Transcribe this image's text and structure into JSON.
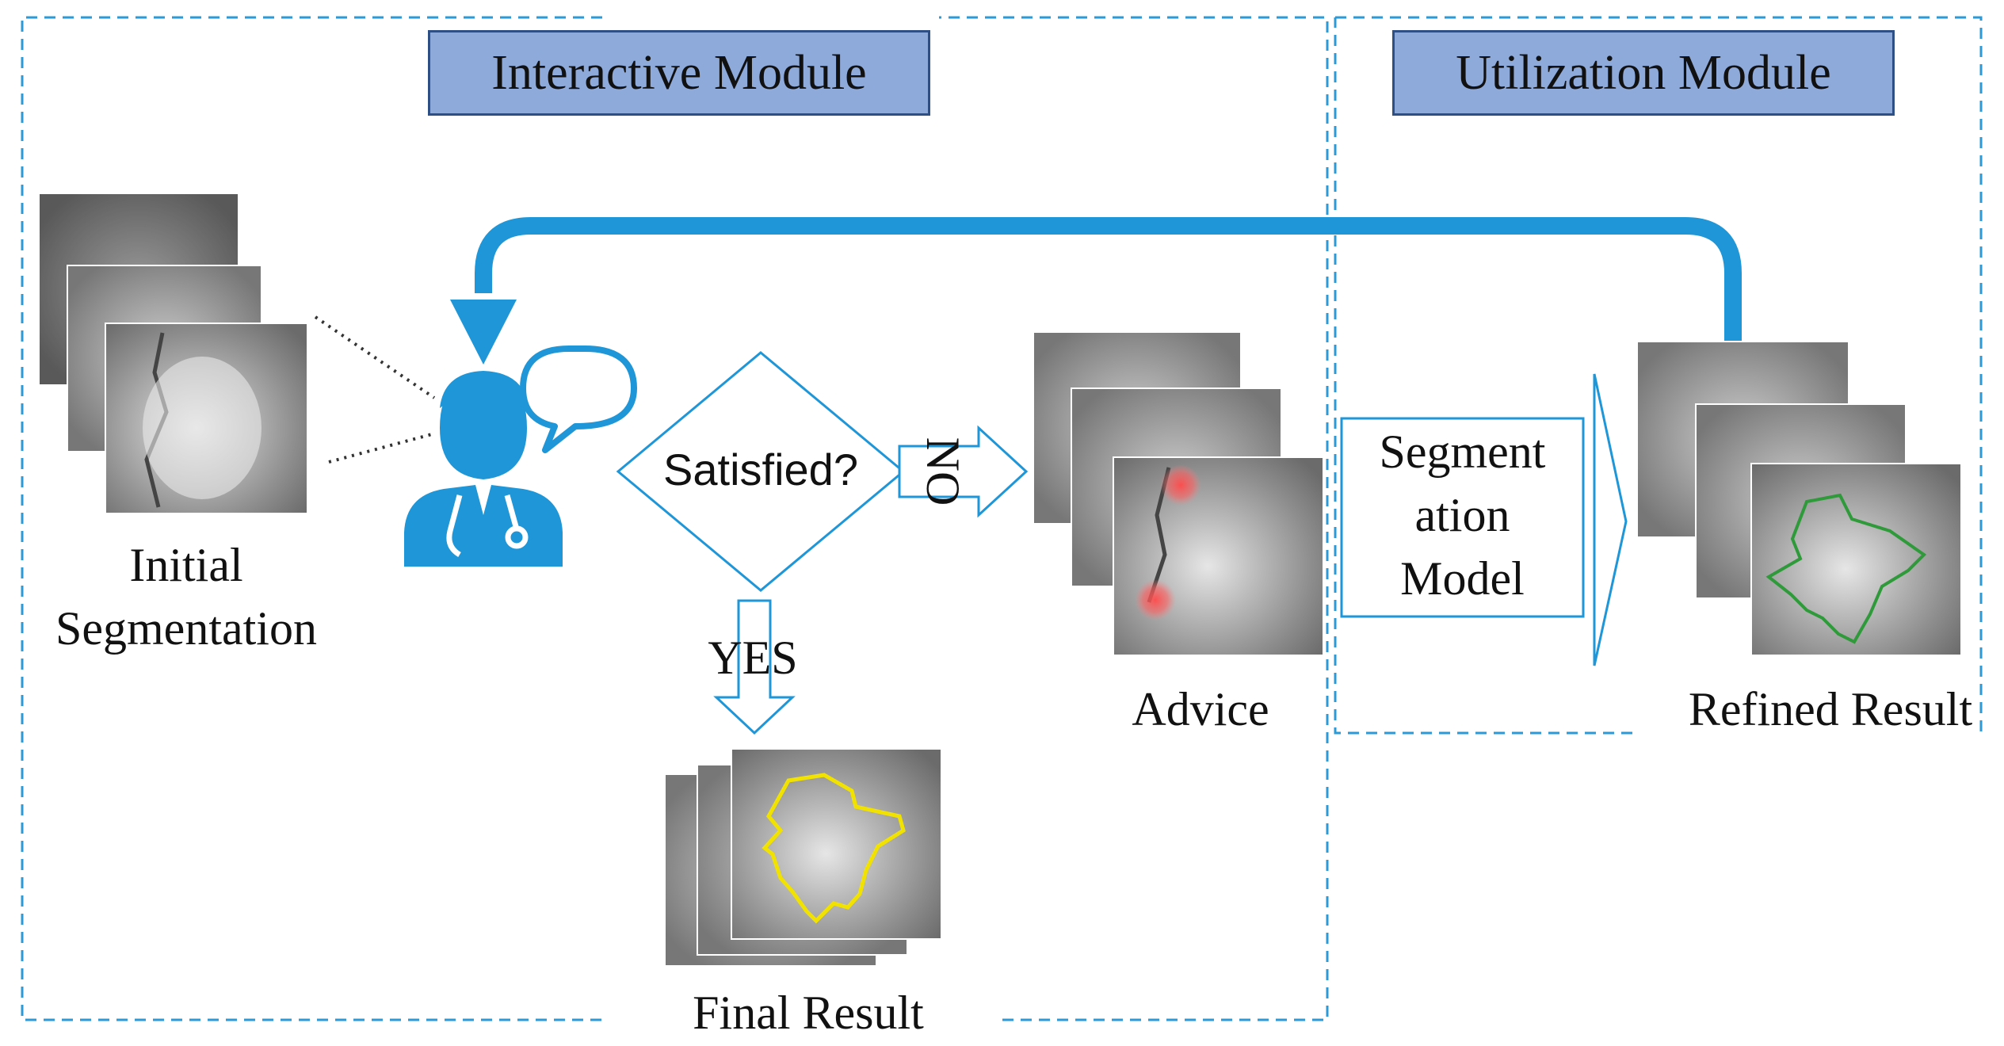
{
  "modules": {
    "interactive": "Interactive Module",
    "utilization": "Utilization Module"
  },
  "stages": {
    "initial": [
      "Initial",
      "Segmentation"
    ],
    "advice": "Advice",
    "final": "Final Result",
    "refined": "Refined Result"
  },
  "decision": {
    "question": "Satisfied?",
    "yes": "YES",
    "no": "NO"
  },
  "model": [
    "Segment",
    "ation",
    "Model"
  ],
  "icons": {
    "doctor": "doctor-icon",
    "speech": "speech-bubble-icon"
  },
  "colors": {
    "accent": "#1e96d8",
    "module_fill": "#8eaadb",
    "module_border": "#2e4f86",
    "dashed": "#2b9ad6",
    "final_contour": "#f2e200",
    "refined_contour": "#2e9a3a",
    "advice_marker": "#ff4b4b"
  }
}
